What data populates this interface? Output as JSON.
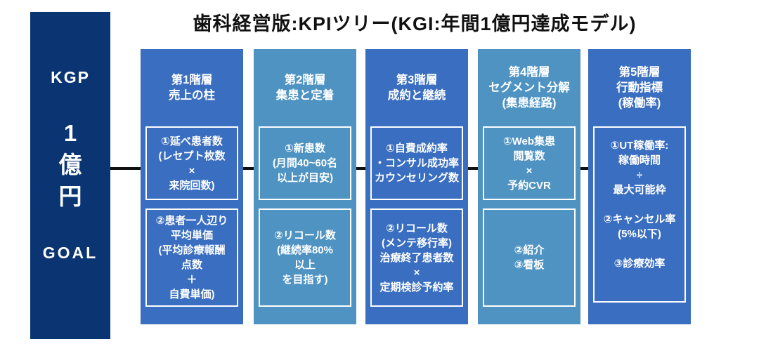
{
  "title": "歯科経営版:KPIツリー(KGI:年間1億円達成モデル)",
  "kgp_bar": {
    "top_label": "KGP",
    "amount": "1\n億\n円",
    "bottom_label": "GOAL"
  },
  "colors": {
    "goal_bar_navy": "#0a3572",
    "column_medium_blue": "#3a6ec0",
    "column_light_blue": "#4f93c3",
    "connector_line": "#111111",
    "text_on_blue": "#ffffff",
    "title_text": "#111111"
  },
  "columns": [
    {
      "header": "第1階層\n売上の柱",
      "boxes": [
        "①延べ患者数\n(レセプト枚数\n×\n来院回数)",
        "②患者一人辺り\n平均単価\n(平均診療報酬\n点数\n＋\n自費単価)"
      ]
    },
    {
      "header": "第2階層\n集患と定着",
      "boxes": [
        "①新患数\n(月間40~60名\n以上が目安)",
        "②リコール数\n(継続率80%\n以上\nを目指す)"
      ]
    },
    {
      "header": "第3階層\n成約と継続",
      "boxes": [
        "①自費成約率\n・コンサル成功率\nカウンセリング数",
        "②リコール数\n(メンテ移行率)\n治療終了患者数\n×\n定期検診予約率"
      ]
    },
    {
      "header": "第4階層\nセグメント分解\n(集患経路)",
      "boxes": [
        "①Web集患\n閲覧数\n×\n予約CVR",
        "②紹介\n③看板"
      ]
    },
    {
      "header": "第5階層\n行動指標\n(稼働率)",
      "boxes": [
        "①UT稼働率:\n稼働時間\n÷\n最大可能枠\n\n②キャンセル率\n(5%以下)\n\n③診療効率"
      ]
    }
  ]
}
